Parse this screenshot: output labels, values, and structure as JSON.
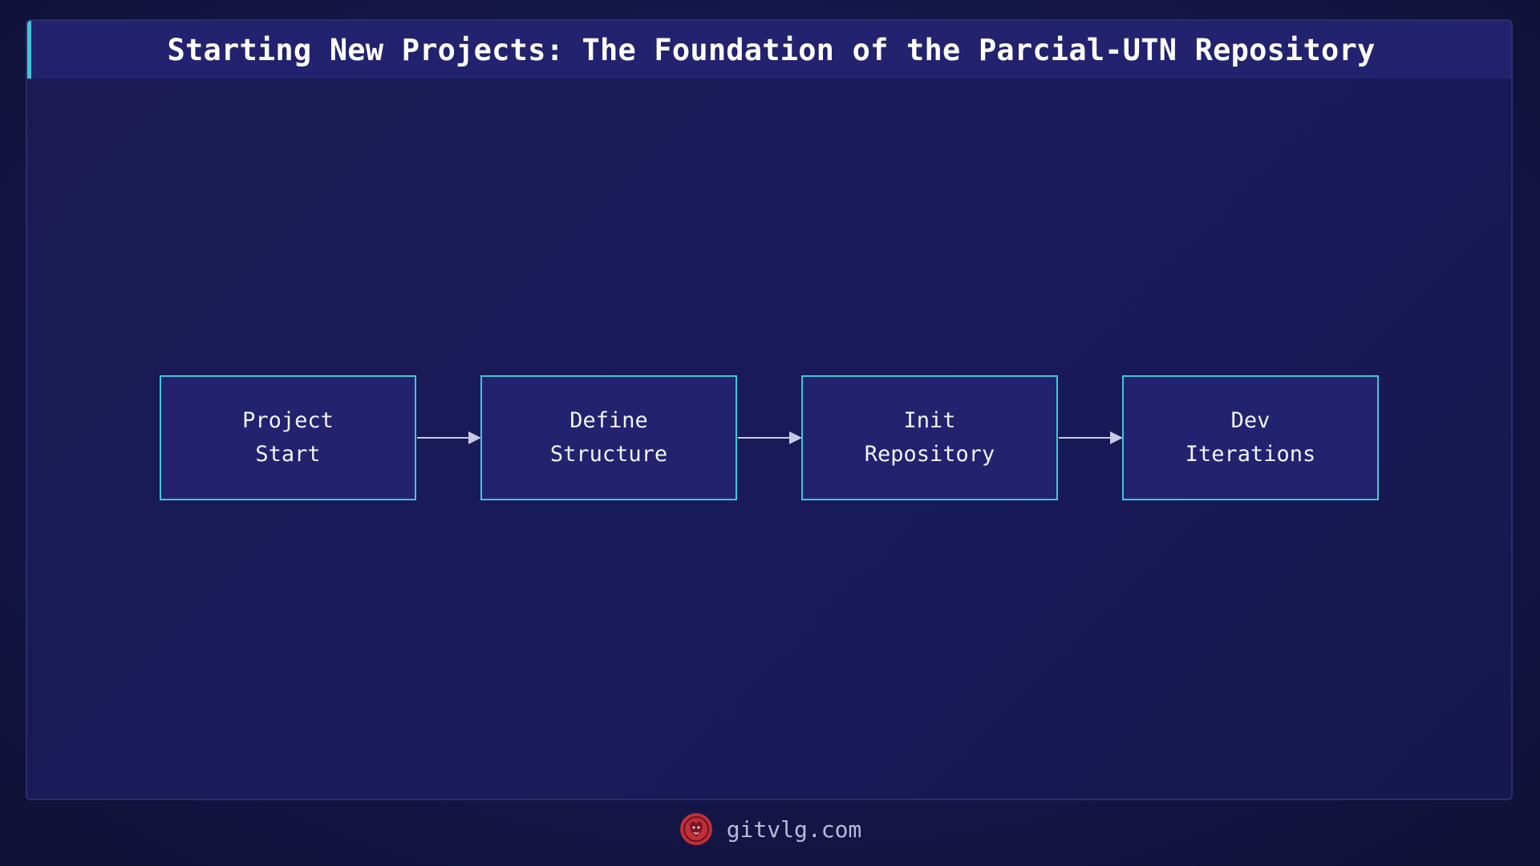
{
  "title": "Starting New Projects: The Foundation of the Parcial-UTN Repository",
  "nodes": [
    {
      "line1": "Project",
      "line2": "Start"
    },
    {
      "line1": "Define",
      "line2": "Structure"
    },
    {
      "line1": "Init",
      "line2": "Repository"
    },
    {
      "line1": "Dev",
      "line2": "Iterations"
    }
  ],
  "footer": {
    "site": "gitvlg.com",
    "logo_icon": "lion-logo-icon"
  },
  "colors": {
    "accent": "#3fc7d6",
    "node_fill": "#23226f",
    "background": "#111238",
    "logo": "#c0303a"
  }
}
